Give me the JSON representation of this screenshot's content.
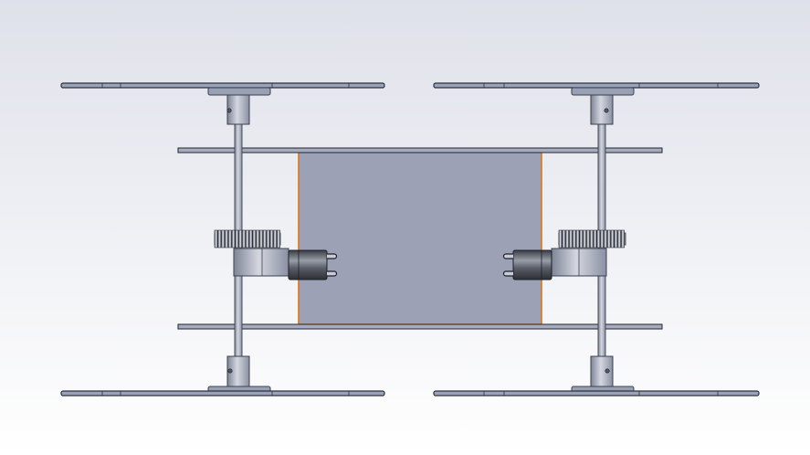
{
  "viewport": {
    "background": {
      "top": "#dfe1ea",
      "bottom": "#ffffff"
    },
    "selection_color": "#d9781c",
    "part_color": "#9ca1b5"
  },
  "model": {
    "parts": [
      "blade-top-left",
      "blade-top-right",
      "blade-bottom-left",
      "blade-bottom-right",
      "rail-top",
      "rail-bottom",
      "shaft-left",
      "shaft-right",
      "gear-left",
      "gear-right",
      "gearbox-left",
      "gearbox-right",
      "motor-left",
      "motor-right",
      "base-plate"
    ]
  }
}
